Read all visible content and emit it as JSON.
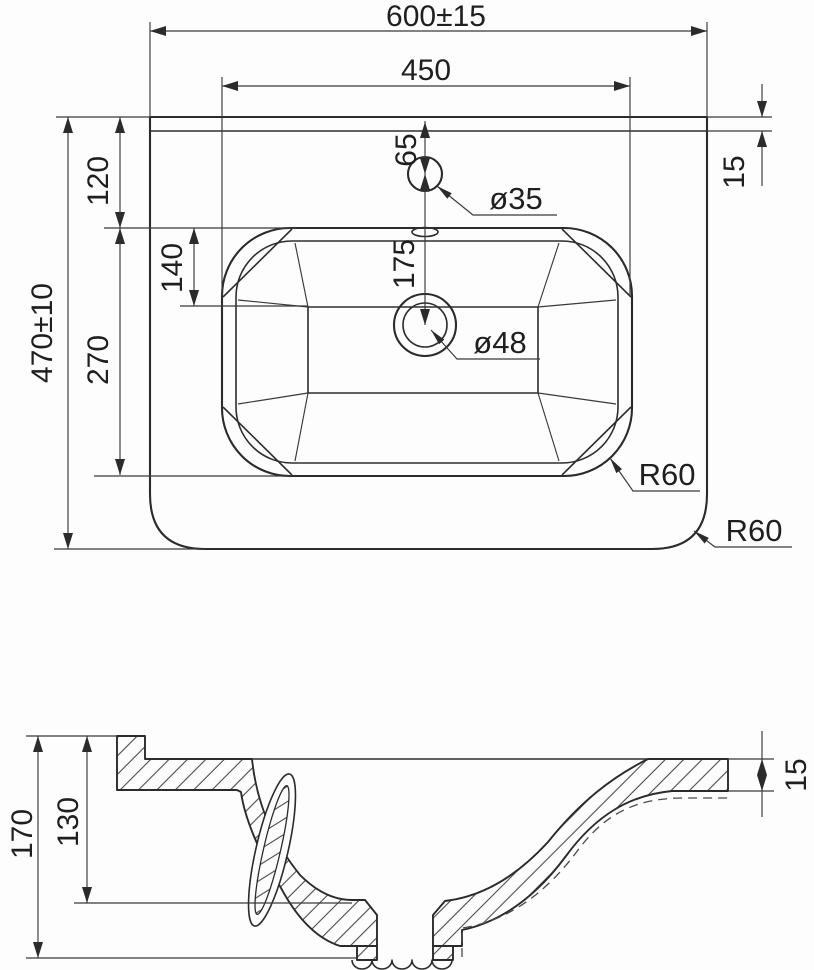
{
  "drawing": {
    "colors": {
      "line": "#2b2b2b",
      "background": "#fdfdfd"
    },
    "plan": {
      "overall_width": "600±15",
      "basin_width": "450",
      "overall_depth": "470±10",
      "back_edge_thickness": "15",
      "back_to_basin": "120",
      "basin_inner_offset": "140",
      "basin_depth": "270",
      "faucet_offset": "65",
      "faucet_to_drain": "175",
      "faucet_hole_diameter": "ø35",
      "drain_diameter": "ø48",
      "basin_corner_radius": "R60",
      "counter_corner_radius": "R60"
    },
    "section": {
      "total_height": "170",
      "bowl_depth": "130",
      "rim_thickness": "15"
    }
  }
}
